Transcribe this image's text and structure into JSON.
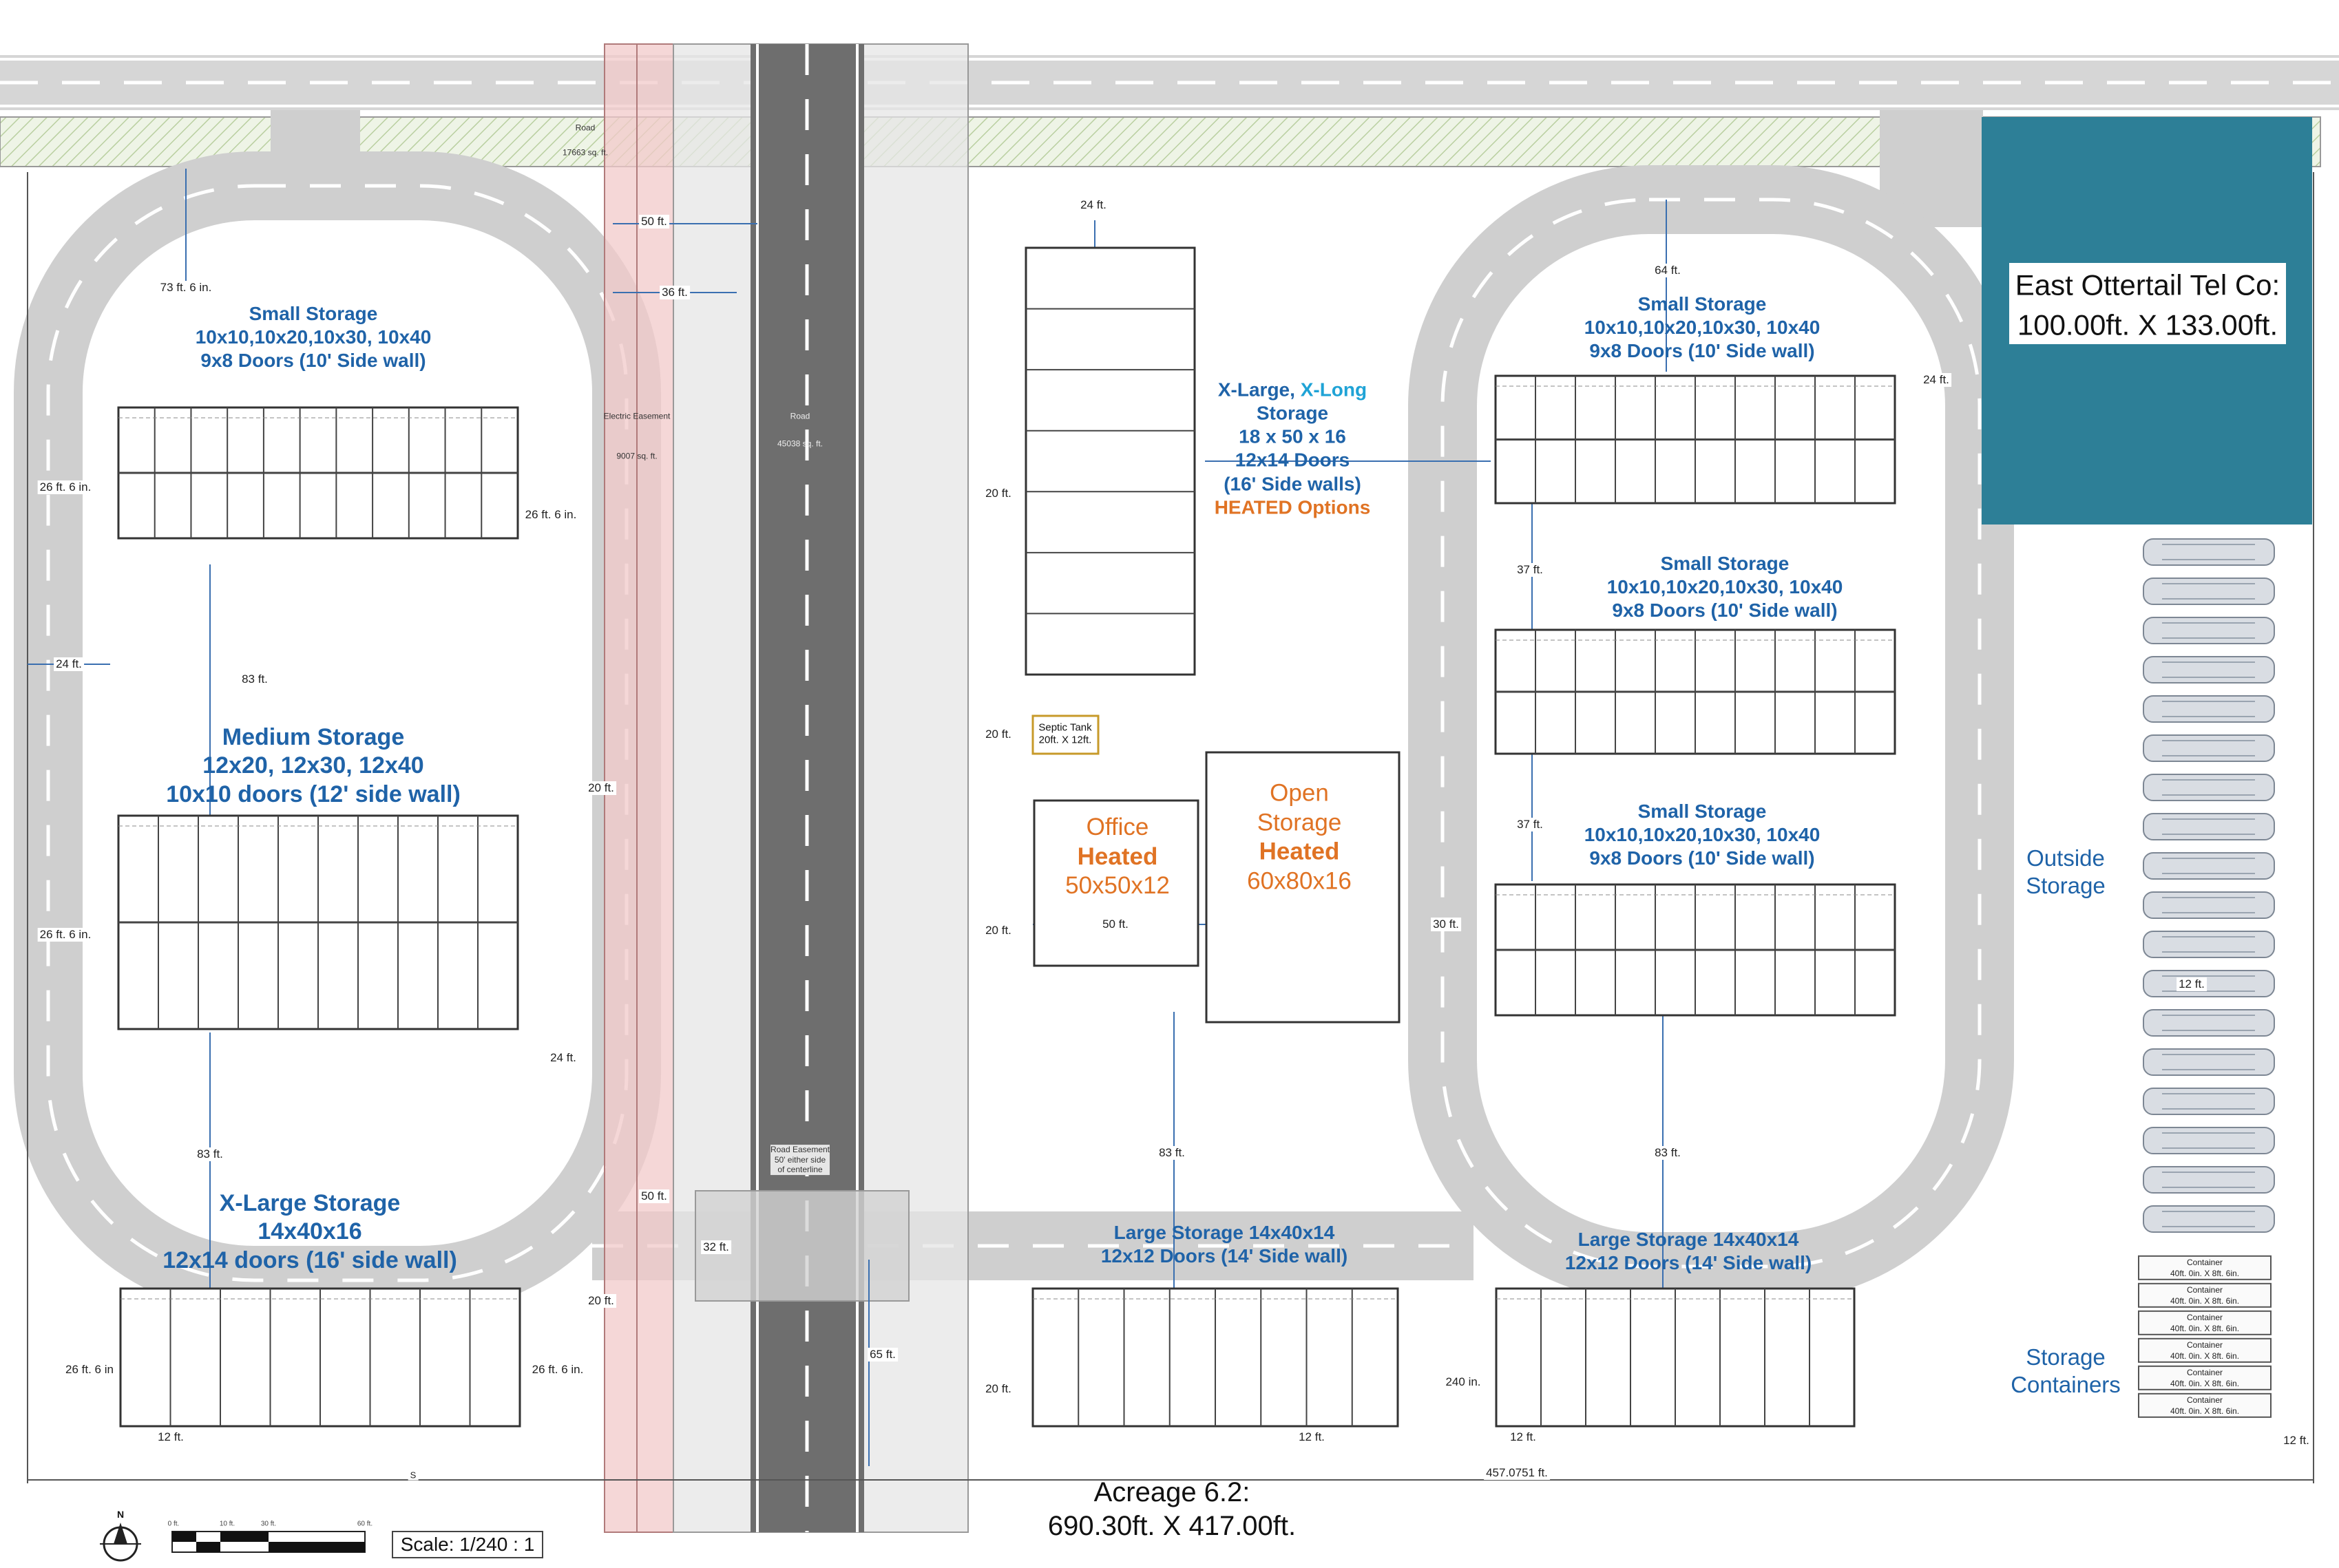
{
  "header_road": {
    "label": "Road",
    "area": "17663 sq. ft."
  },
  "easement": {
    "label": "Electric Easement",
    "area": "9007 sq. ft."
  },
  "center_road": {
    "label": "Road",
    "area": "45038 sq. ft."
  },
  "road_easement": "Road Easement\n50' either side\nof centerline",
  "tenant": {
    "line1": "East Ottertail Tel Co:",
    "line2": "100.00ft. X 133.00ft.",
    "color": "#2d7f97"
  },
  "west": {
    "small": {
      "title": "Small Storage",
      "sizes": "10x10,10x20,10x30, 10x40",
      "doors": "9x8 Doors (10' Side wall)"
    },
    "medium": {
      "title": "Medium Storage",
      "sizes": "12x20, 12x30, 12x40",
      "doors": "10x10 doors (12' side wall)"
    },
    "xlarge": {
      "title": "X-Large Storage",
      "sizes": "14x40x16",
      "doors": "12x14 doors (16' side wall)"
    }
  },
  "center": {
    "xlong": {
      "t1": "X-Large,",
      "t2": "X-Long",
      "t3": "Storage",
      "size": "18 x 50 x 16",
      "doors": "12x14 Doors",
      "walls": "(16' Side walls)",
      "heated": "HEATED Options"
    },
    "septic": {
      "l1": "Septic Tank",
      "l2": "20ft. X 12ft."
    },
    "office": {
      "l1": "Office",
      "l2": "Heated",
      "l3": "50x50x12"
    },
    "open": {
      "l1": "Open",
      "l2": "Storage",
      "l3": "Heated",
      "l4": "60x80x16"
    },
    "large": {
      "title": "Large Storage 14x40x14",
      "doors": "12x12 Doors (14' Side wall)"
    }
  },
  "east": {
    "small1": {
      "title": "Small Storage",
      "sizes": "10x10,10x20,10x30, 10x40",
      "doors": "9x8 Doors (10' Side wall)"
    },
    "small2": {
      "title": "Small Storage",
      "sizes": "10x10,10x20,10x30, 10x40",
      "doors": "9x8 Doors (10' Side wall)"
    },
    "small3": {
      "title": "Small Storage",
      "sizes": "10x10,10x20,10x30, 10x40",
      "doors": "9x8 Doors (10' Side wall)"
    },
    "large": {
      "title": "Large Storage 14x40x14",
      "doors": "12x12 Doors (14' Side wall)"
    },
    "outside": "Outside\nStorage",
    "containers_label": "Storage\nContainers",
    "container_item": "Container\n40ft. 0in. X 8ft. 6in."
  },
  "dims": {
    "d24_top": "24 ft.",
    "d50_top": "50 ft.",
    "d36": "36 ft.",
    "d73": "73 ft. 6 in.",
    "d64": "64 ft.",
    "d24_east": "24 ft.",
    "d26a": "26 ft. 6 in.",
    "d26b": "26 ft. 6 in.",
    "d24_left": "24 ft.",
    "d83_left": "83 ft.",
    "d20_a": "20 ft.",
    "d20_b": "20 ft.",
    "d20_c": "20 ft.",
    "d20_d": "20 ft.",
    "d37a": "37 ft.",
    "d37b": "37 ft.",
    "d26c": "26 ft. 6 in.",
    "d30": "30 ft.",
    "d50_office": "50 ft.",
    "d24_mid": "24 ft.",
    "d83_a": "83 ft.",
    "d83_b": "83 ft.",
    "d83_c": "83 ft.",
    "d50_low": "50 ft.",
    "d32": "32 ft.",
    "d20_low": "20 ft.",
    "d26d": "26 ft. 6 in",
    "d26e": "26 ft. 6 in.",
    "d65": "65 ft.",
    "d20_e": "20 ft.",
    "d240": "240 in.",
    "d12a": "12 ft.",
    "d12b": "12 ft.",
    "d12c": "12 ft.",
    "d12d": "12 ft.",
    "d12_park": "12 ft.",
    "d457": "457.0751 ft.",
    "s_mark": "S"
  },
  "acreage": {
    "l1": "Acreage 6.2:",
    "l2": "690.30ft. X 417.00ft."
  },
  "scale": "Scale: 1/240 : 1",
  "north": "N",
  "scalebar": {
    "t0": "0 ft.",
    "t1": "10 ft.",
    "t2": "30 ft.",
    "t3": "60 ft."
  }
}
